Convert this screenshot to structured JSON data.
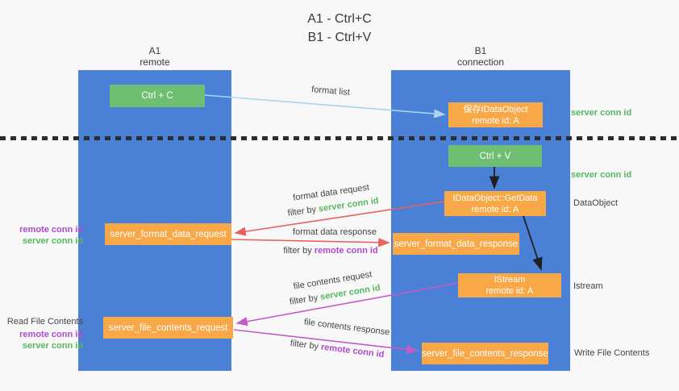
{
  "title": {
    "line1": "A1 - Ctrl+C",
    "line2": "B1 - Ctrl+V"
  },
  "columns": {
    "a1": {
      "name": "A1",
      "subtitle": "remote"
    },
    "b1": {
      "name": "B1",
      "subtitle": "connection"
    }
  },
  "nodes": {
    "ctrl_c": "Ctrl + C",
    "save_idataobject": {
      "line1": "保存IDataObject",
      "line2": "remote id: A"
    },
    "ctrl_v": "Ctrl + V",
    "getdata": {
      "line1": "IDataObject::GetData",
      "line2": "remote id: A"
    },
    "format_request": "server_format_data_request",
    "format_response": "server_format_data_response",
    "istream": {
      "line1": "IStream",
      "line2": "remote id: A"
    },
    "file_request": "server_file_contents_request",
    "file_response": "server_file_contents_response"
  },
  "arrow_labels": {
    "format_list": "format list",
    "format_data_request": "format data request",
    "format_data_request_filter_prefix": "filter by ",
    "format_data_request_filter_key": "server conn id",
    "format_data_response": "format data response",
    "format_data_response_filter_prefix": "filter by ",
    "format_data_response_filter_key": "remote conn id",
    "file_contents_request": "file contents request",
    "file_contents_request_filter_prefix": "filter by ",
    "file_contents_request_filter_key": "server conn id",
    "file_contents_response": "file contents response",
    "file_contents_response_filter_prefix": "filter by ",
    "file_contents_response_filter_key": "remote conn id"
  },
  "side_labels": {
    "right_server_conn_id_top": "server conn id",
    "right_server_conn_id_mid": "server conn id",
    "dataobject": "DataObject",
    "istream": "Istream",
    "write_file_contents": "Write File Contents",
    "left_remote_conn_id_1": "remote conn id",
    "left_server_conn_id_1": "server conn id",
    "read_file_contents": "Read File Contents",
    "left_remote_conn_id_2": "remote conn id",
    "left_server_conn_id_2": "server conn id"
  },
  "colors": {
    "lifeline_blue": "#4a80d6",
    "node_green": "#6fbf72",
    "node_orange": "#f9a847",
    "arrow_light_blue": "#aad4f0",
    "arrow_red": "#e8625d",
    "arrow_magenta": "#c55bc5",
    "arrow_black": "#1f1f1f",
    "key_green": "#55b85f",
    "key_purple": "#ae4bcd"
  }
}
